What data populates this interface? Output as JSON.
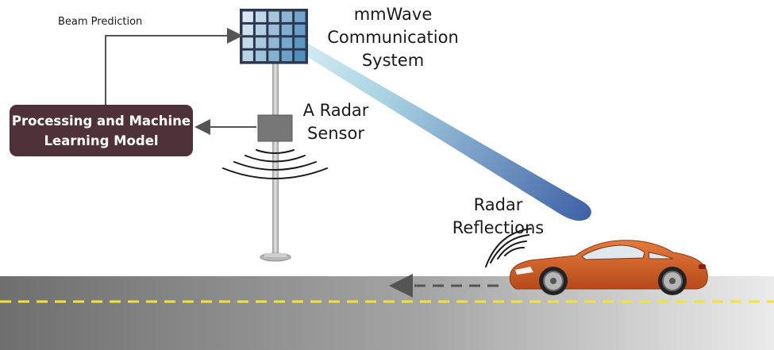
{
  "labels": {
    "beam_prediction": "Beam Prediction",
    "mmwave_line1": "mmWave",
    "mmwave_line2": "Communication",
    "mmwave_line3": "System",
    "radar_line1": "A Radar",
    "radar_line2": "Sensor",
    "reflections_line1": "Radar",
    "reflections_line2": "Reflections"
  },
  "ml_box": {
    "line1": "Processing and Machine",
    "line2": "Learning Model"
  },
  "colors": {
    "ml_box": "#4f3239",
    "beam_start": "#c9e8f0",
    "beam_end": "#3f62a6",
    "car": "#d4622a",
    "road_dark": "#6f6f6f",
    "road_light": "#ebebeb",
    "lane_marking": "#f2e336",
    "pole": "#c4c4c4",
    "radar_sensor": "#777777",
    "arrow": "#555555"
  }
}
